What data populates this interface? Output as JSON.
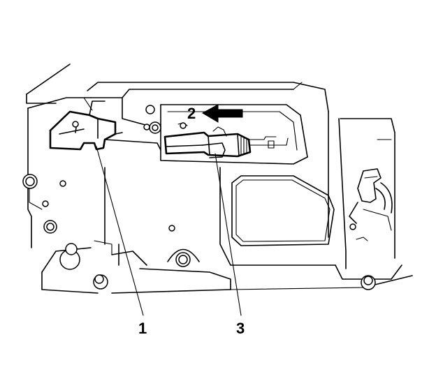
{
  "diagram": {
    "callouts": [
      {
        "id": "1",
        "label": "1"
      },
      {
        "id": "2",
        "label": "2"
      },
      {
        "id": "3",
        "label": "3"
      }
    ],
    "arrow_direction": "left"
  }
}
